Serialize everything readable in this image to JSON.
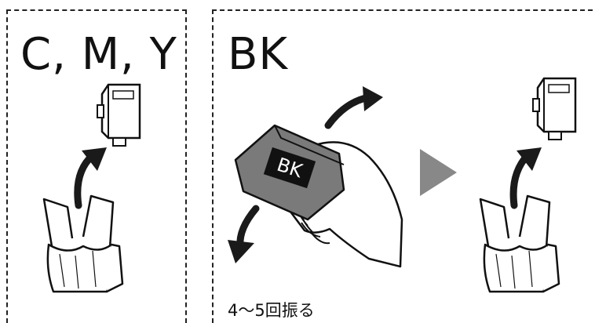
{
  "left_panel": {
    "title": "C, M, Y"
  },
  "right_panel": {
    "title": "BK",
    "caption": "4～5回振る",
    "cartridge_label": "BK"
  },
  "icons": [
    "arrow-up-icon",
    "ink-cartridge-icon",
    "opened-bag-icon",
    "shake-arrow-icon",
    "next-step-triangle-icon",
    "hand-icon"
  ],
  "colors": {
    "line": "#111111",
    "arrow": "#1a1a1a",
    "triangle": "#888888",
    "cartridge_label_bg": "#111111"
  }
}
